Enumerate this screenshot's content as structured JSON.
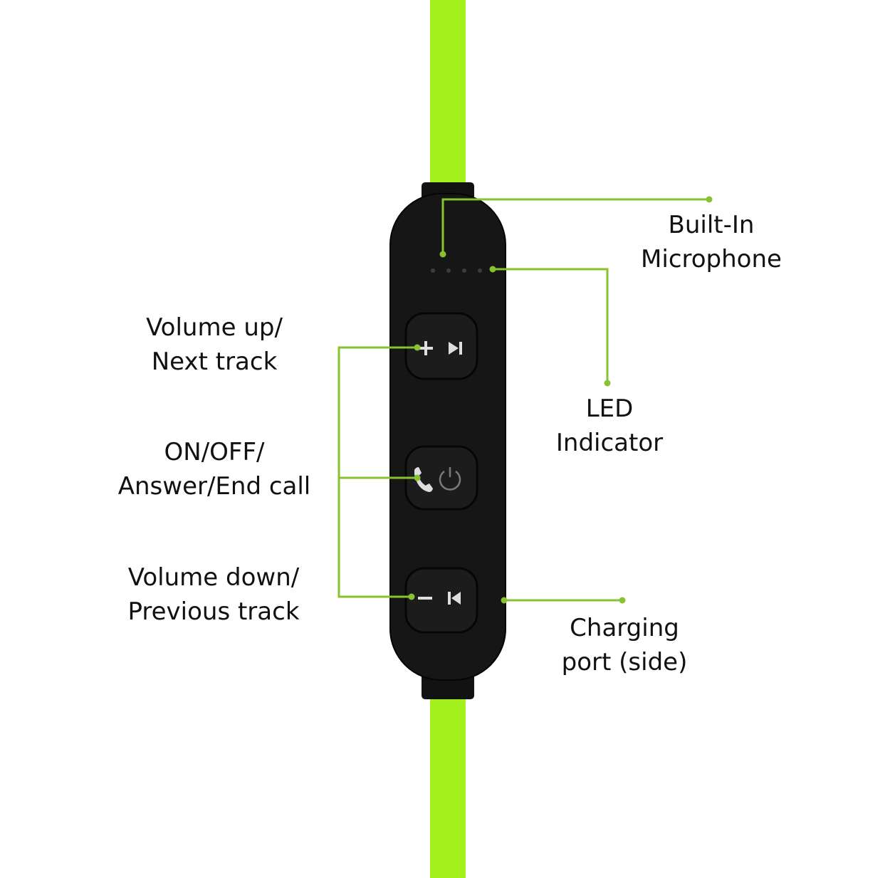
{
  "colors": {
    "cable": "#a4f01c",
    "leader": "#86c232",
    "remote_body": "#161616",
    "remote_edge": "#050505",
    "button": "#1c1c1c",
    "button_symbol": "#dedede"
  },
  "callouts": {
    "microphone": {
      "line1": "Built-In",
      "line2": "Microphone"
    },
    "led": {
      "line1": "LED",
      "line2": "Indicator"
    },
    "volume_up": {
      "line1": "Volume up/",
      "line2": "Next track"
    },
    "power": {
      "line1": "ON/OFF/",
      "line2": "Answer/End call"
    },
    "volume_down": {
      "line1": "Volume down/",
      "line2": "Previous track"
    },
    "charging": {
      "line1": "Charging",
      "line2": "port (side)"
    }
  },
  "buttons": [
    {
      "name": "volume-up-next",
      "symbols": [
        "plus-icon",
        "next-track-icon"
      ]
    },
    {
      "name": "power-answer",
      "symbols": [
        "phone-icon",
        "power-icon"
      ]
    },
    {
      "name": "volume-down-previous",
      "symbols": [
        "minus-icon",
        "previous-track-icon"
      ]
    }
  ]
}
